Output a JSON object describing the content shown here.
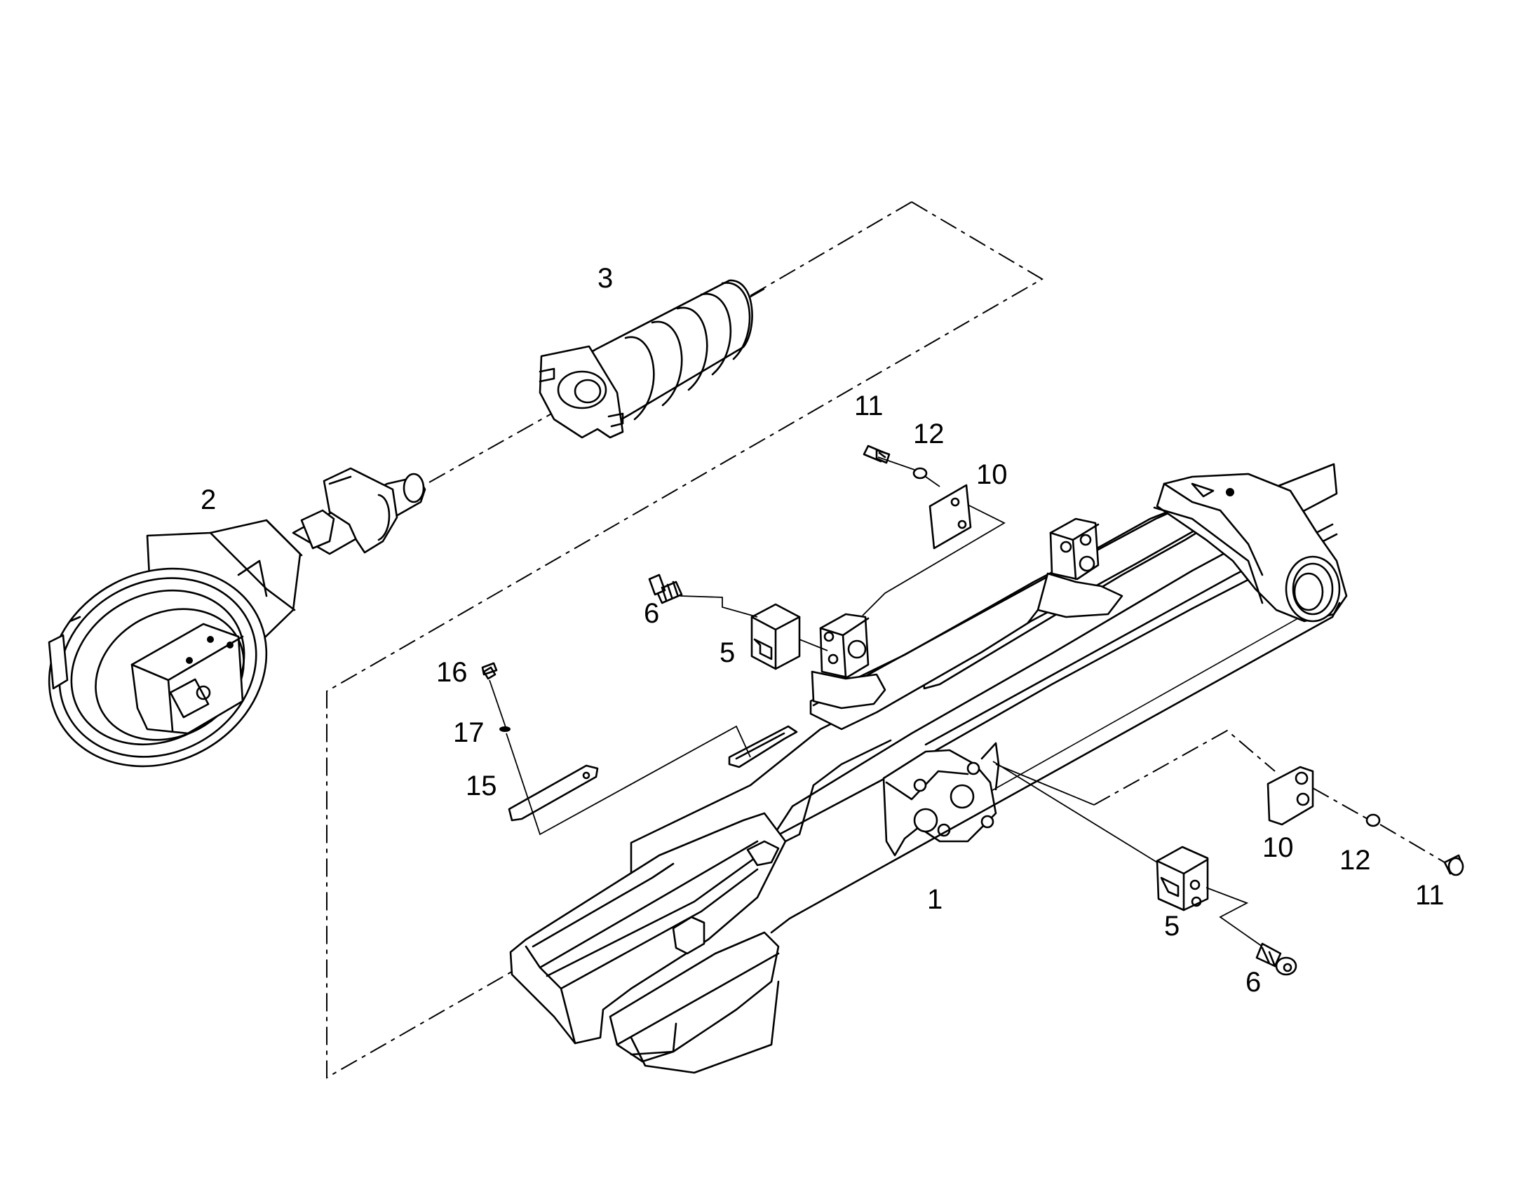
{
  "callouts": {
    "n1": "1",
    "n2": "2",
    "n3": "3",
    "n5a": "5",
    "n5b": "5",
    "n6a": "6",
    "n6b": "6",
    "n10a": "10",
    "n10b": "10",
    "n11a": "11",
    "n11b": "11",
    "n12a": "12",
    "n12b": "12",
    "n15": "15",
    "n16": "16",
    "n17": "17"
  }
}
